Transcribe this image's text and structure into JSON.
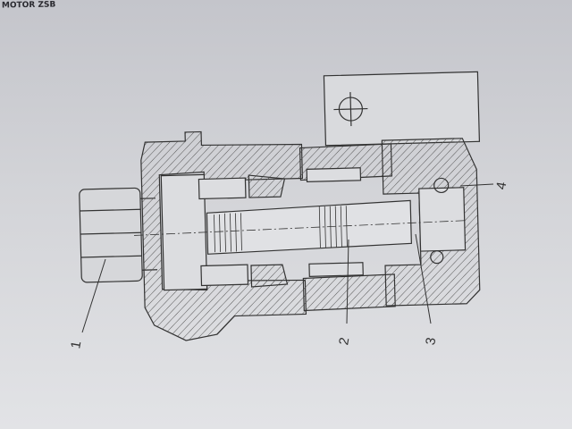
{
  "title": "MOTOR ZSB",
  "labels": [
    "1",
    "2",
    "3",
    "4"
  ]
}
